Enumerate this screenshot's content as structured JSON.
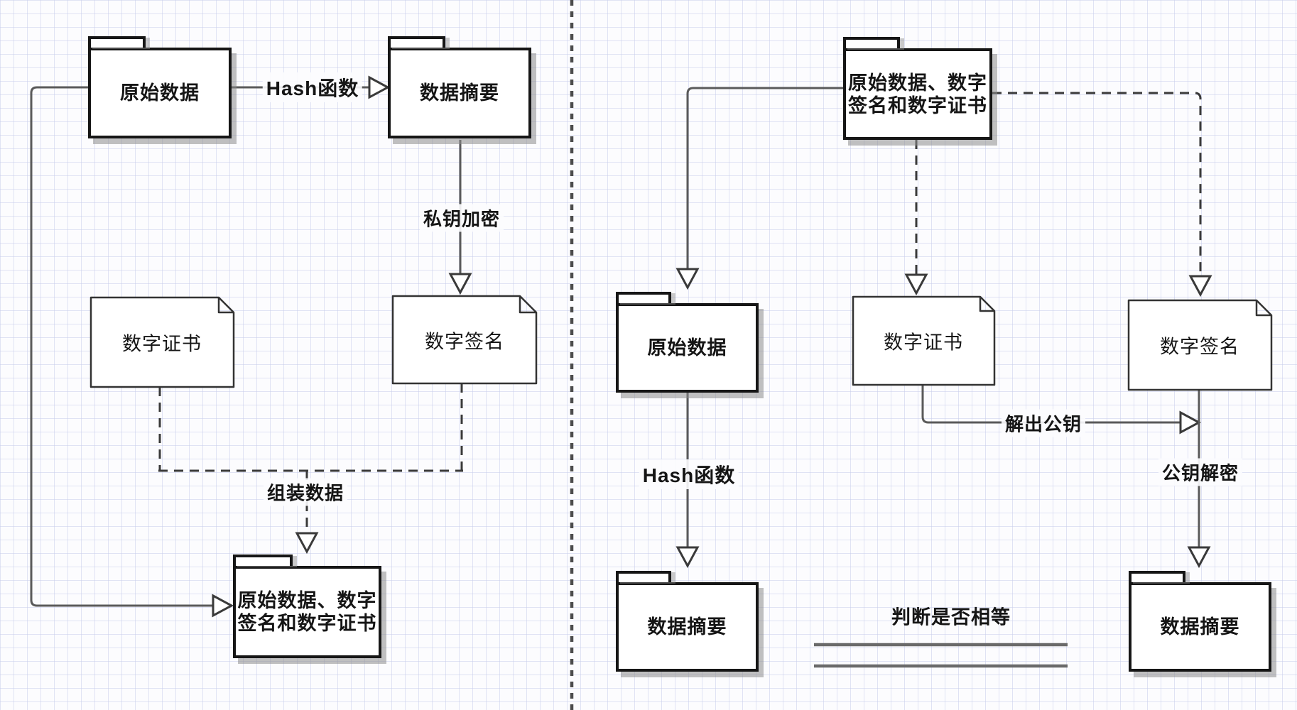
{
  "diagram_type": "digital-signature-flow",
  "colors": {
    "background": "#fcfcfe",
    "grid": "#c8ceeb",
    "node_fill": "#ffffff",
    "folder_border": "#161616",
    "doc_border": "#333333",
    "connector": "#5a5a5a",
    "dashed_connector": "#3a3a3a",
    "shadow": "#8c8c8c",
    "text": "#151515"
  },
  "sign_side": {
    "original_data": "原始数据",
    "hash_label": "Hash函数",
    "data_digest": "数据摘要",
    "private_key_encrypt_label": "私钥加密",
    "digital_certificate": "数字证书",
    "digital_signature": "数字签名",
    "assemble_label": "组装数据",
    "assembled_package_lines": [
      "原始数据、数字",
      "签名和数字证书"
    ]
  },
  "verify_side": {
    "assembled_package_lines": [
      "原始数据、数字",
      "签名和数字证书"
    ],
    "original_data": "原始数据",
    "hash_label": "Hash函数",
    "digital_certificate": "数字证书",
    "digital_signature": "数字签名",
    "extract_public_key_label": "解出公钥",
    "public_key_decrypt_label": "公钥解密",
    "data_digest_from_hash": "数据摘要",
    "data_digest_from_decrypt": "数据摘要",
    "compare_label": "判断是否相等"
  }
}
